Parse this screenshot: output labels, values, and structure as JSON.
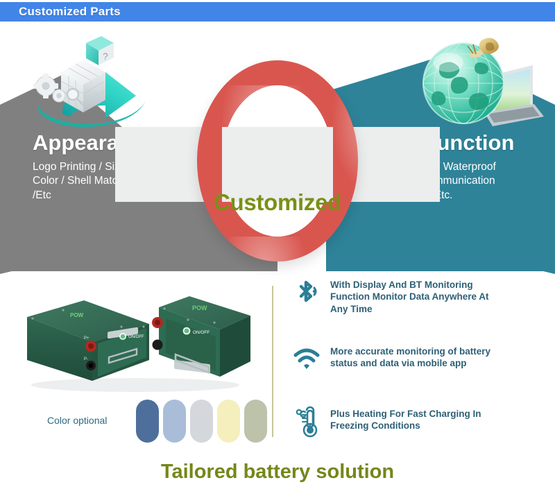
{
  "header": {
    "title": "Customized Parts",
    "bg_color": "#4285e8"
  },
  "left_panel": {
    "title": "Appearance",
    "description": "Logo Printing / Size\nColor / Shell Matorial\n/Etc",
    "bg_color": "#808080",
    "illustration_name": "cube-gears-arrow-illustration"
  },
  "right_panel": {
    "title": "Function",
    "description": "Blue tooth / Waterproof\n / GPS /Communication\nProtocol / Etc.",
    "bg_color": "#2e8399",
    "illustration_name": "globe-laptop-snail-illustration"
  },
  "center": {
    "label": "Customized",
    "ring_color": "#d9564f",
    "label_color": "#7b8f16"
  },
  "battery": {
    "brand_text": "POW",
    "switch_label": "ON/OFF",
    "terminal_positive": "P+",
    "terminal_negative": "P-"
  },
  "color_optional": {
    "label": "Color optional",
    "swatches": [
      {
        "name": "slate-blue",
        "hex": "#4e6f9b"
      },
      {
        "name": "powder-blue",
        "hex": "#a9bdd8"
      },
      {
        "name": "light-gray",
        "hex": "#d4d7db"
      },
      {
        "name": "pale-yellow",
        "hex": "#f5efbe"
      },
      {
        "name": "sage-green",
        "hex": "#bdc2ab"
      }
    ]
  },
  "features": [
    {
      "icon": "bluetooth-icon",
      "text": "With Display And BT Monitoring\nFunction Monitor Data Anywhere At\nAny Time"
    },
    {
      "icon": "wifi-icon",
      "text": "More accurate monitoring of battery\nstatus and data via mobile app"
    },
    {
      "icon": "thermometer-icon",
      "text": "Plus Heating For Fast Charging In\nFreezing Conditions"
    }
  ],
  "tagline": {
    "text": "Tailored battery solution",
    "color": "#74871a"
  }
}
